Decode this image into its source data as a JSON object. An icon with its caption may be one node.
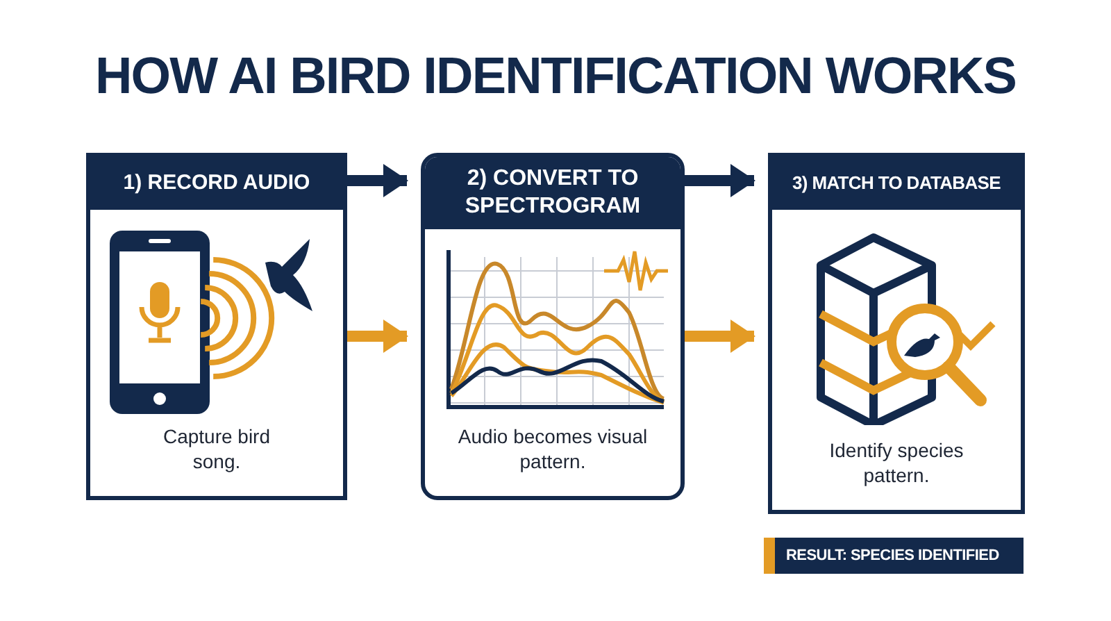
{
  "diagram": {
    "title": "HOW AI BIRD IDENTIFICATION WORKS",
    "nodes": [
      {
        "text": [
          "1) RECORD AUDIO",
          "Capture bird song."
        ]
      },
      {
        "text": [
          "2) CONVERT TO SPECTROGRAM",
          "Audio becomes visual pattern."
        ]
      },
      {
        "text": [
          "3) MATCH TO DATABASE",
          "Identify species pattern."
        ]
      },
      {
        "text": [
          "RESULT: SPECIES IDENTIFIED"
        ]
      }
    ],
    "edges": [
      {
        "from": 0,
        "to": 1,
        "arrow": "to",
        "color": "#13294b"
      },
      {
        "from": 1,
        "to": 2,
        "arrow": "to",
        "color": "#13294b"
      },
      {
        "from": 0,
        "to": 1,
        "arrow": "to",
        "color": "#e39b25"
      },
      {
        "from": 1,
        "to": 2,
        "arrow": "to",
        "color": "#e39b25"
      }
    ]
  }
}
